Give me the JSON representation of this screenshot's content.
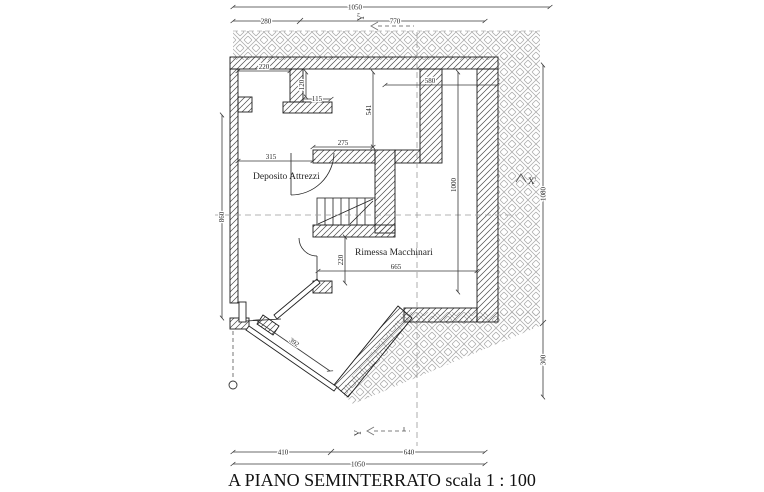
{
  "title": "A PIANO SEMINTERRATO  scala 1 : 100",
  "rooms": {
    "deposito": "Deposito Attrezzi",
    "rimessa": "Rimessa Macchinari"
  },
  "axes": {
    "x_right": "X'",
    "y_top": "Y'",
    "y_bottom": "Y"
  },
  "dimensions": {
    "top_total": "1050",
    "top_seg1": "280",
    "top_seg2": "770",
    "bottom_seg1": "410",
    "bottom_seg2": "640",
    "bottom_total": "1050",
    "left_height": "860",
    "right_upper": "1080",
    "right_lower": "300",
    "niche_width": "220",
    "pier_height": "120",
    "pier_ledge": "115",
    "deposito_width": "315",
    "landing_width": "275",
    "corridor_height": "541",
    "rimessa_top_width": "580",
    "rimessa_height": "1000",
    "opening_width": "665",
    "door_offset": "220",
    "ramp_width": "392"
  },
  "colors": {
    "wall_hatch": "#4a4a4a",
    "earth_hatch": "#adadad",
    "dim_line": "#3a3a3a",
    "section_dash": "#9a9a9a"
  }
}
